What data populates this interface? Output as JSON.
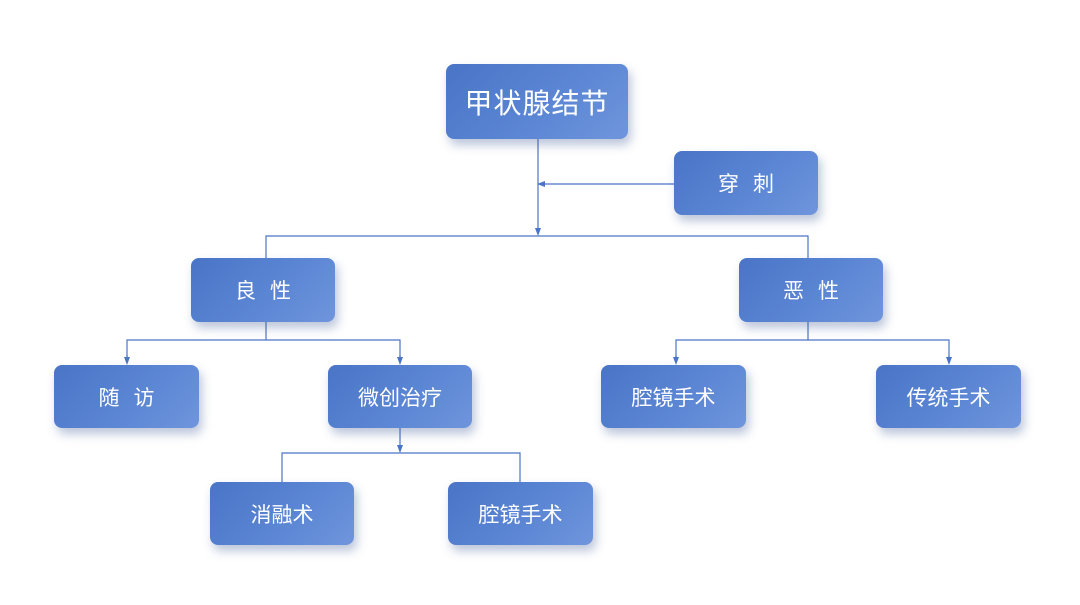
{
  "colors": {
    "node_fill": "#5b86d4",
    "node_text": "#ffffff",
    "connector": "#4a74c6"
  },
  "nodes": {
    "root": "甲状腺结节",
    "puncture": "穿刺",
    "benign": "良性",
    "malignant": "恶性",
    "follow_up": "随访",
    "microwave": "微创治疗",
    "laparoscopy_malignant": "腔镜手术",
    "traditional_surgery": "传统手术",
    "ablation": "消融术",
    "laparoscopy_benign": "腔镜手术"
  }
}
